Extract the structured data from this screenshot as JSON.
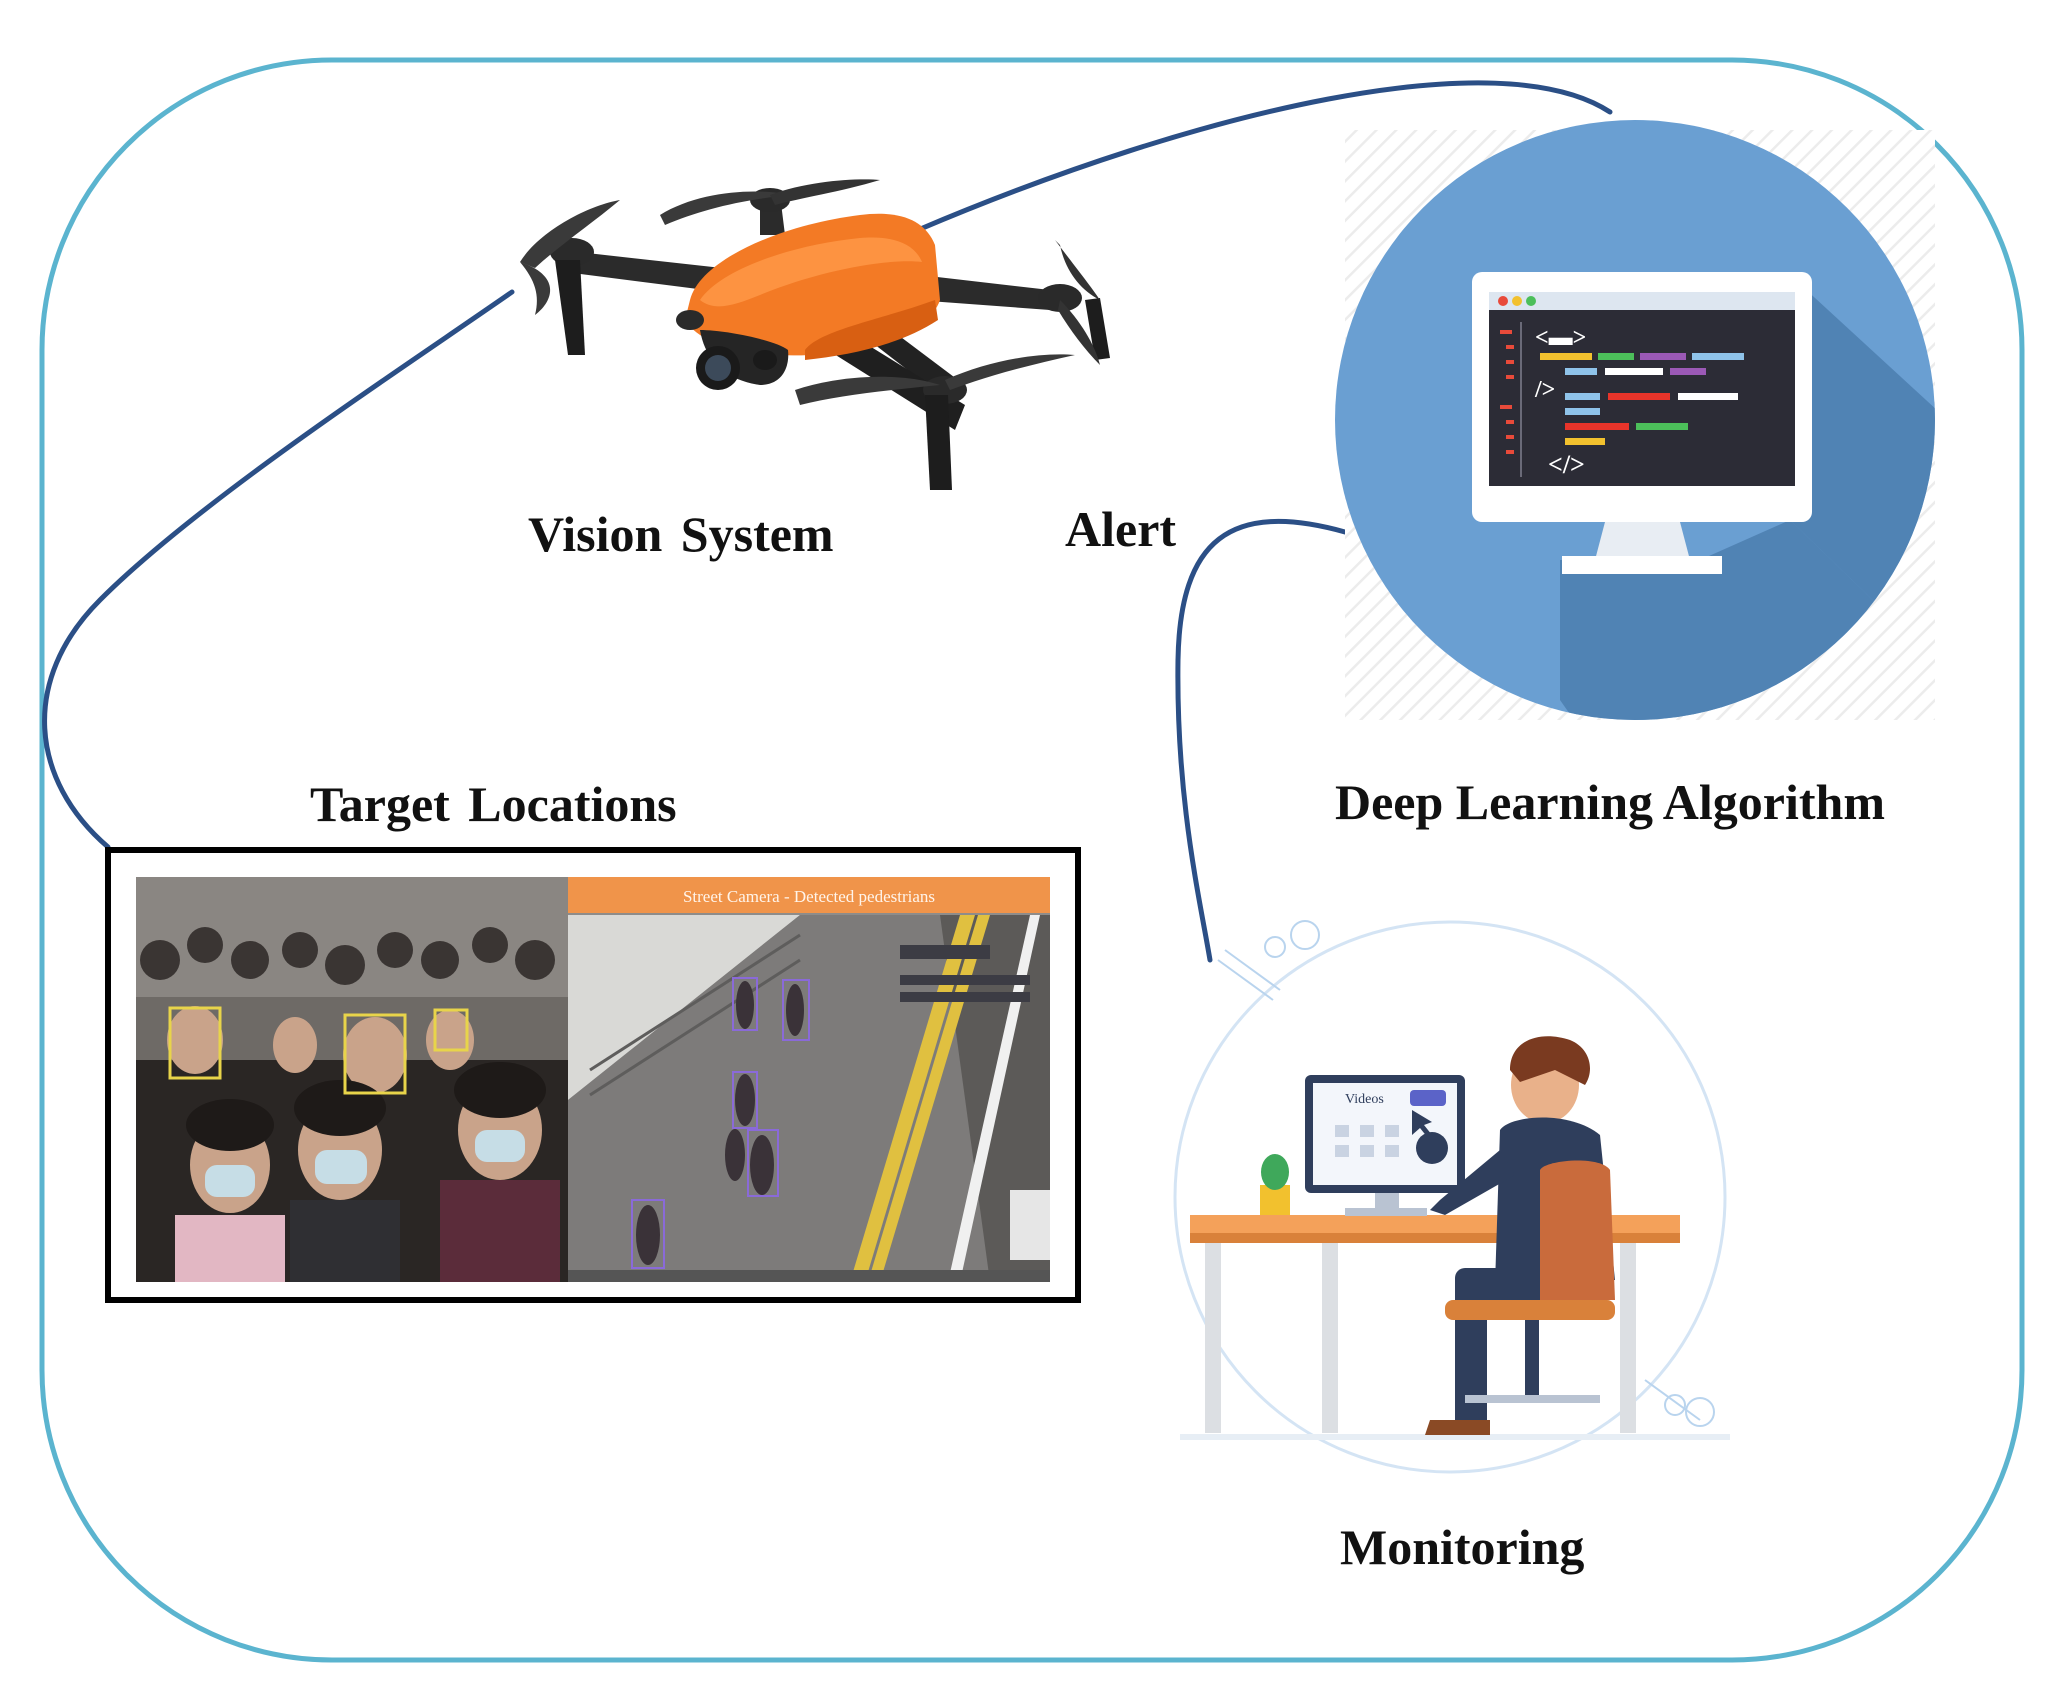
{
  "labels": {
    "vision_system": "Vision System",
    "alert": "Alert",
    "target_locations": "Target Locations",
    "deep_learning_algorithm": "Deep Learning Algorithm",
    "monitoring": "Monitoring"
  },
  "target_panel": {
    "street_header": "Street Camera - Detected pedestrians"
  },
  "monitor_screen": {
    "search_title": "Videos"
  },
  "colors": {
    "frame_border": "#5bb4cf",
    "connector": "#2b4f86",
    "drone_body": "#f37a25",
    "dl_circle": "#6a9fd2",
    "dl_shadow": "#4e7fb0",
    "code_bg": "#2c2c36",
    "street_header": "#f0944a"
  },
  "icons": {
    "drone": "drone-icon",
    "computer": "code-monitor-icon",
    "operator": "operator-at-desk-icon"
  }
}
